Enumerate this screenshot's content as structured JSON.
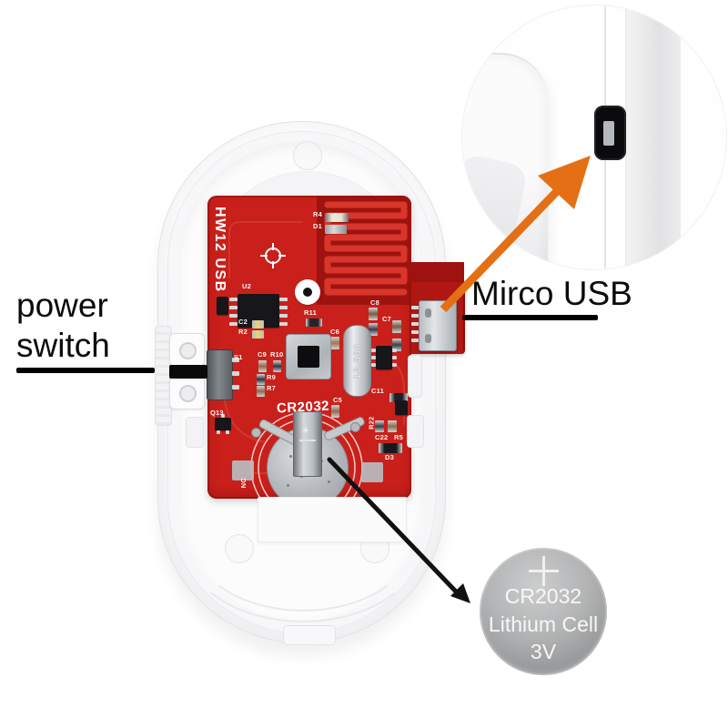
{
  "annotations": {
    "power_switch_line1": "power",
    "power_switch_line2": "switch",
    "micro_usb": "Mirco USB"
  },
  "pcb": {
    "board_name": "HW12 USB",
    "battery_holder_label": "CR2032",
    "crystal_frequency": "13.560",
    "silkscreen": [
      "R4",
      "D1",
      "U2",
      "C2",
      "R2",
      "R11",
      "C6",
      "S1",
      "C9",
      "R10",
      "R9",
      "R7",
      "Q13",
      "C8",
      "C7",
      "C11",
      "C5",
      "R22",
      "C22",
      "R5",
      "D3",
      "NC"
    ]
  },
  "battery": {
    "polarity": "+",
    "model": "CR2032",
    "chemistry": "Lithium Cell",
    "voltage": "3V"
  },
  "colors": {
    "pcb_red": "#c9201b",
    "pcb_dark_red": "#9e130f",
    "trace_red": "#d8362b",
    "arrow_orange": "#e56f14",
    "annotation_black": "#111111",
    "battery_gray": "#a5a6a7",
    "shell_white": "#f9f9fa"
  }
}
